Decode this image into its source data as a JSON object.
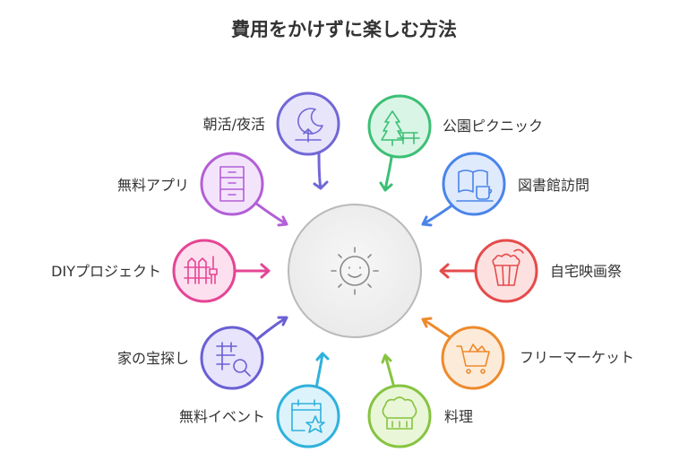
{
  "title": "費用をかけずに楽しむ方法",
  "center": {
    "icon": "sun-smile-icon"
  },
  "items": [
    {
      "label": "朝活/夜活",
      "icon": "moon-sunrise-icon",
      "fill": "#e8e5fb",
      "stroke": "#7267d6"
    },
    {
      "label": "公園ピクニック",
      "icon": "tree-picnic-table-icon",
      "fill": "#d9f5e5",
      "stroke": "#3cbf75"
    },
    {
      "label": "図書館訪問",
      "icon": "book-coffee-icon",
      "fill": "#dfeafd",
      "stroke": "#4a84ea"
    },
    {
      "label": "自宅映画祭",
      "icon": "popcorn-icon",
      "fill": "#fde1e1",
      "stroke": "#e54b4b"
    },
    {
      "label": "フリーマーケット",
      "icon": "shopping-cart-icon",
      "fill": "#fdebd9",
      "stroke": "#ee8a2c"
    },
    {
      "label": "料理",
      "icon": "chef-hat-icon",
      "fill": "#eaf6d8",
      "stroke": "#86c440"
    },
    {
      "label": "無料イベント",
      "icon": "calendar-star-icon",
      "fill": "#ddf3fb",
      "stroke": "#2fb1dc"
    },
    {
      "label": "家の宝探し",
      "icon": "map-search-icon",
      "fill": "#e7e4fb",
      "stroke": "#6a5fd4"
    },
    {
      "label": "DIYプロジェクト",
      "icon": "fence-brush-icon",
      "fill": "#fde0ef",
      "stroke": "#e54595"
    },
    {
      "label": "無料アプリ",
      "icon": "filing-cabinet-icon",
      "fill": "#f4e4fb",
      "stroke": "#b25fd6"
    }
  ]
}
